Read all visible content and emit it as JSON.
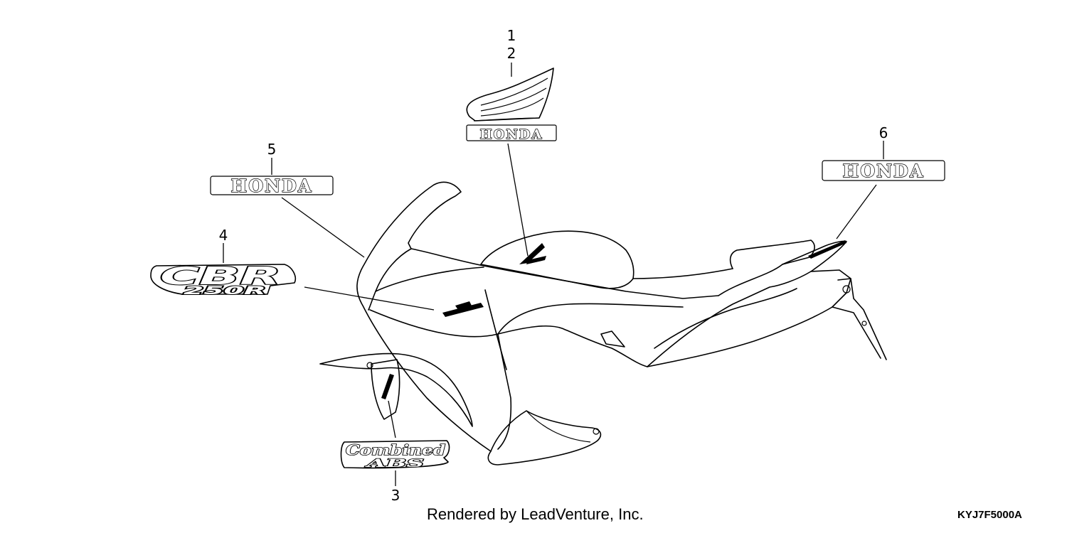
{
  "callouts": {
    "c1": "1",
    "c2": "2",
    "c3": "3",
    "c4": "4",
    "c5": "5",
    "c6": "6"
  },
  "emblems": {
    "wing_brand": "HONDA",
    "side_brand": "HONDA",
    "rear_brand": "HONDA",
    "model_main": "CBR",
    "model_sub": "250R",
    "abs_line1": "Combined",
    "abs_line2": "ABS"
  },
  "footer": {
    "credit": "Rendered by LeadVenture, Inc.",
    "diagram_code": "KYJ7F5000A"
  }
}
